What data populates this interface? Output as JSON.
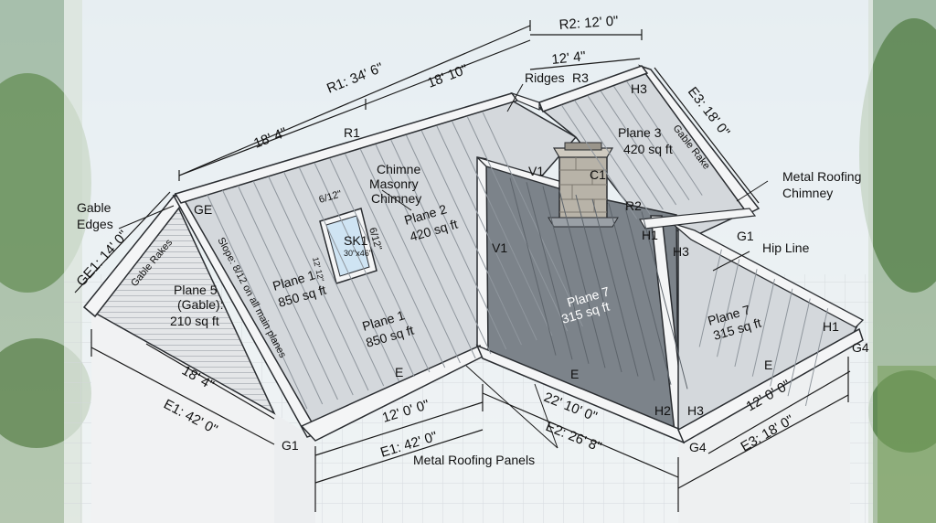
{
  "dimensions": {
    "r1": "R1: 34' 6\"",
    "r1_seg_a": "18' 4\"",
    "r1_seg_b": "18' 10\"",
    "r2": "R2: 12' 0\"",
    "r3_seg": "12' 4\"",
    "e3_top": "E3: 18' 0\"",
    "ge1": "GE1: 14' 0\"",
    "plane5_base": "18' 4\"",
    "e1_left": "E1: 42' 0\"",
    "e1_seg": "12' 0' 0\"",
    "e1_bottom": "E1: 42' 0\"",
    "e2_seg": "22' 10' 0\"",
    "e2": "E2: 26' 8\"",
    "e3_seg": "12' 0' 0\"",
    "e3_bottom": "E3: 18' 0\""
  },
  "callouts": {
    "ridges": "Ridges",
    "r3": "R3",
    "r1": "R1",
    "h3_top": "H3",
    "gable_rake_right": "Gable Rake",
    "metal_roofing_chimney": [
      "Metal Roofing",
      "Chimney"
    ],
    "chimney": [
      "Chimne",
      "Masonry",
      "Chimney"
    ],
    "gable_edges": [
      "Gable",
      "Edges"
    ],
    "ge": "GE",
    "gable_rakes_left": "Gable Rakes",
    "slope": "Slope: 8/12 on all main planes",
    "v1_top": "V1",
    "v1_left": "V1",
    "c1": "C1",
    "r2": "R2",
    "h1_mid": "H1",
    "h3_mid": "H3",
    "g1_right": "G1",
    "hip_line": "Hip Line",
    "h1_right": "H1",
    "g4_right": "G4",
    "e_left": "E",
    "e_mid": "E",
    "e_right": "E",
    "h2": "H2",
    "h3_bottom": "H3",
    "g1_bottom": "G1",
    "g4_bottom": "G4",
    "metal_roofing_panels": "Metal Roofing Panels"
  },
  "skylight": {
    "label": "SK1",
    "size": "30\"x46\"",
    "dim_top": "6/12\"",
    "dim_side": "6/12\"",
    "dim_inner": "12' 12\""
  },
  "planes": {
    "p1a": [
      "Plane 1",
      "850 sq ft"
    ],
    "p1b": [
      "Plane 1",
      "850 sq ft"
    ],
    "p2": [
      "Plane 2",
      "420 sq ft"
    ],
    "p3": [
      "Plane 3",
      "420 sq ft"
    ],
    "p5": [
      "Plane 5",
      "(Gable):",
      "210 sq ft"
    ],
    "p7a": [
      "Plane 7",
      "315 sq ft"
    ],
    "p7b": [
      "Plane 7",
      "315 sq ft"
    ]
  },
  "colors": {
    "roof_light": "#d4d8dc",
    "roof_dark": "#7c838a",
    "gable_siding": "#e4e6e8",
    "trim": "#f4f5f6",
    "outline": "#2a2d31",
    "dim_line": "#1a1a1a"
  }
}
